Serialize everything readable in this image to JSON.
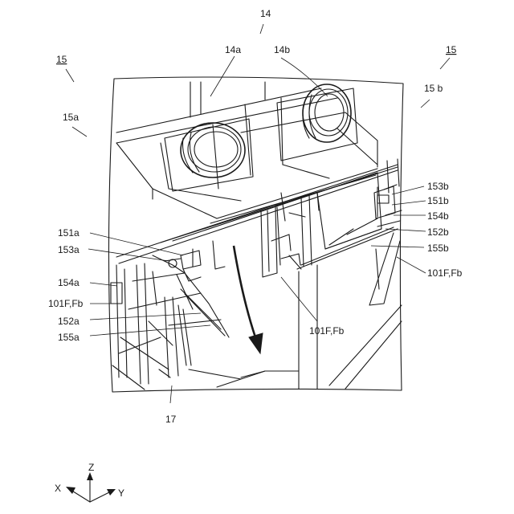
{
  "labels": {
    "ref_14": "14",
    "ref_14a": "14a",
    "ref_14b": "14b",
    "ref_15_left": "15",
    "ref_15_right": "15",
    "ref_15a": "15a",
    "ref_15b": "15 b",
    "ref_153b": "153b",
    "ref_151b": "151b",
    "ref_154b": "154b",
    "ref_152b": "152b",
    "ref_155b": "155b",
    "ref_101F_Fb_right": "101F,Fb",
    "ref_151a": "151a",
    "ref_153a": "153a",
    "ref_154a": "154a",
    "ref_101F_Fb_left": "101F,Fb",
    "ref_152a": "152a",
    "ref_155a": "155a",
    "ref_101F_Fb_center": "101F,Fb",
    "ref_17": "17"
  },
  "axes": {
    "z": "Z",
    "x": "X",
    "y": "Y"
  }
}
